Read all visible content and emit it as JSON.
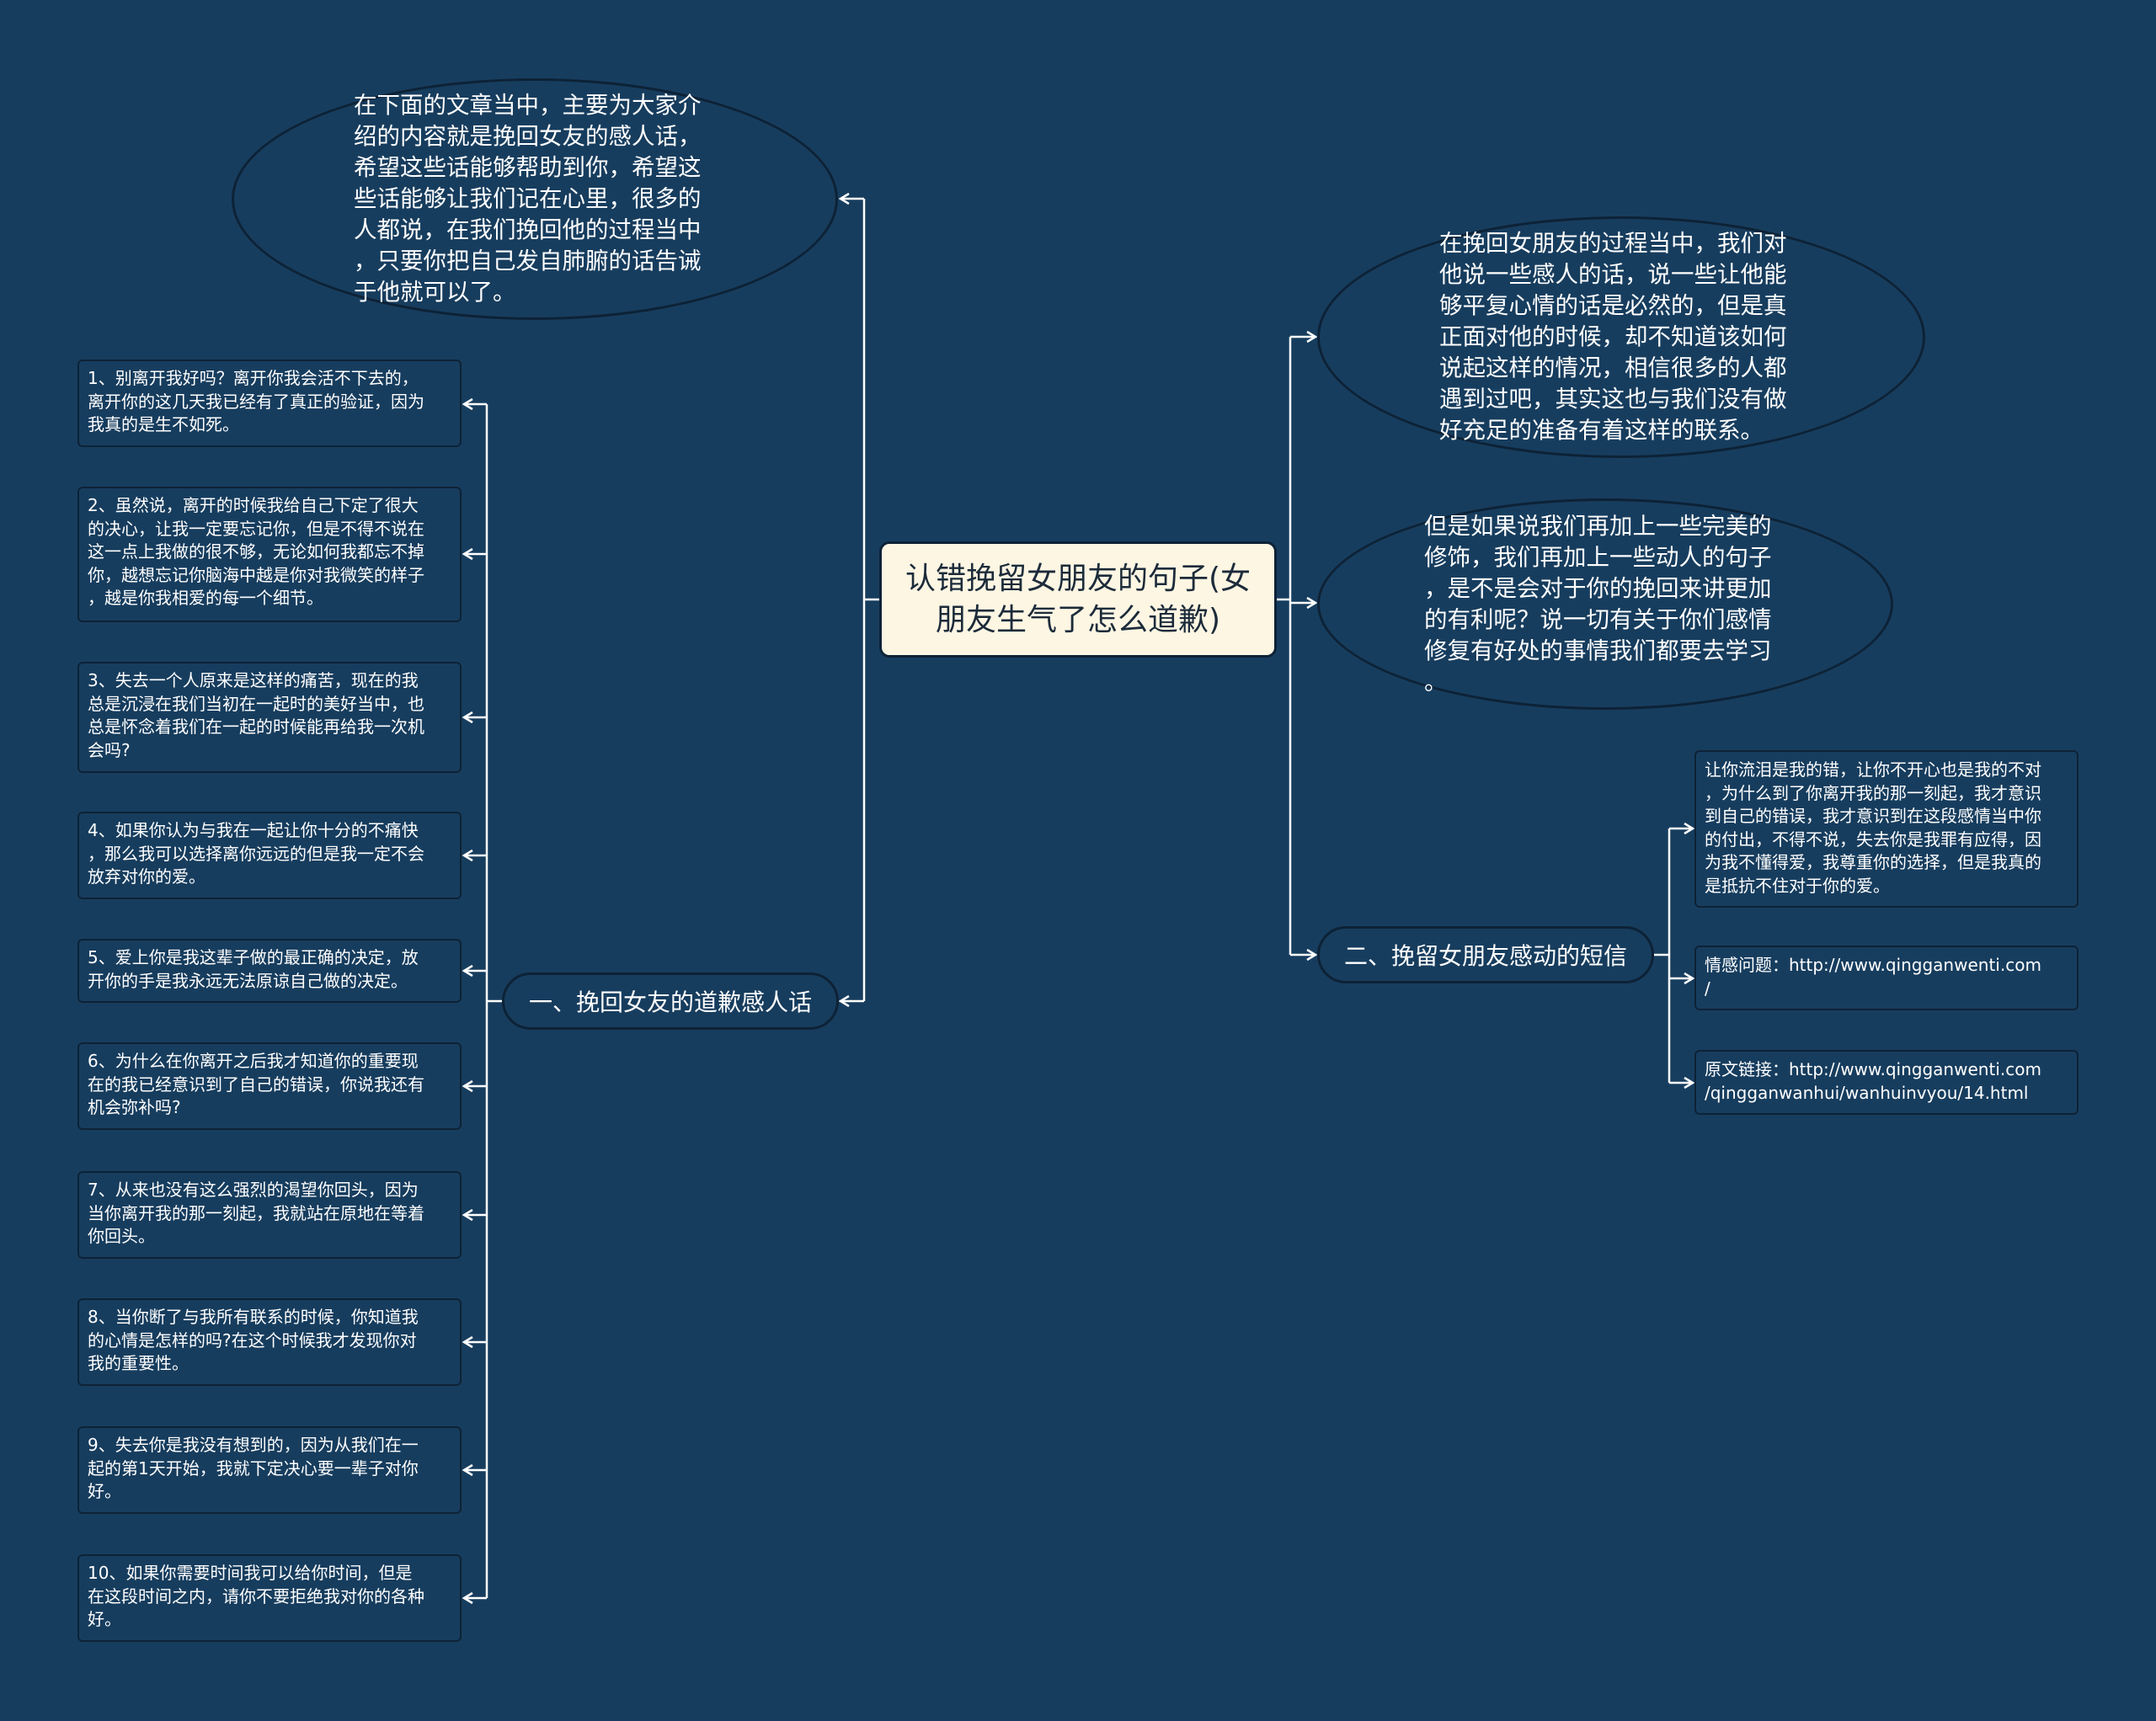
{
  "root": {
    "label": "认错挽留女朋友的句子(女朋友生气了怎么道歉)"
  },
  "intro": {
    "left": "在下面的文章当中，主要为大家介\n绍的内容就是挽回女友的感人话，\n希望这些话能够帮助到你，希望这\n些话能够让我们记在心里，很多的\n人都说，在我们挽回他的过程当中\n，只要你把自己发自肺腑的话告诫\n于他就可以了。",
    "right_top": "在挽回女朋友的过程当中，我们对\n他说一些感人的话，说一些让他能\n够平复心情的话是必然的，但是真\n正面对他的时候，却不知道该如何\n说起这样的情况，相信很多的人都\n遇到过吧，其实这也与我们没有做\n好充足的准备有着这样的联系。",
    "right_middle": "但是如果说我们再加上一些完美的\n修饰，我们再加上一些动人的句子\n，是不是会对于你的挽回来讲更加\n的有利呢？说一切有关于你们感情\n修复有好处的事情我们都要去学习\n。"
  },
  "branch_left": {
    "label": "一、挽回女友的道歉感人话",
    "items": [
      "1、别离开我好吗？离开你我会活不下去的，\n离开你的这几天我已经有了真正的验证，因为\n我真的是生不如死。",
      "2、虽然说，离开的时候我给自己下定了很大\n的决心，让我一定要忘记你，但是不得不说在\n这一点上我做的很不够，无论如何我都忘不掉\n你，越想忘记你脑海中越是你对我微笑的样子\n，越是你我相爱的每一个细节。",
      "3、失去一个人原来是这样的痛苦，现在的我\n总是沉浸在我们当初在一起时的美好当中，也\n总是怀念着我们在一起的时候能再给我一次机\n会吗?",
      "4、如果你认为与我在一起让你十分的不痛快\n，那么我可以选择离你远远的但是我一定不会\n放弃对你的爱。",
      "5、爱上你是我这辈子做的最正确的决定，放\n开你的手是我永远无法原谅自己做的决定。",
      "6、为什么在你离开之后我才知道你的重要现\n在的我已经意识到了自己的错误，你说我还有\n机会弥补吗?",
      "7、从来也没有这么强烈的渴望你回头，因为\n当你离开我的那一刻起，我就站在原地在等着\n你回头。",
      "8、当你断了与我所有联系的时候，你知道我\n的心情是怎样的吗?在这个时候我才发现你对\n我的重要性。",
      "9、失去你是我没有想到的，因为从我们在一\n起的第1天开始，我就下定决心要一辈子对你\n好。",
      "10、如果你需要时间我可以给你时间，但是\n在这段时间之内，请你不要拒绝我对你的各种\n好。"
    ]
  },
  "branch_right": {
    "label": "二、挽留女朋友感动的短信",
    "items": [
      "让你流泪是我的错，让你不开心也是我的不对\n，为什么到了你离开我的那一刻起，我才意识\n到自己的错误，我才意识到在这段感情当中你\n的付出，不得不说，失去你是我罪有应得，因\n为我不懂得爱，我尊重你的选择，但是我真的\n是抵抗不住对于你的爱。",
      " 情感问题：http://www.qingganwenti.com\n/",
      " 原文链接：http://www.qingganwenti.com\n/qingganwanhui/wanhuinvyou/14.html"
    ]
  },
  "colors": {
    "background": "#173d5e",
    "root_fill": "#fdf6e3",
    "line": "#ffffff",
    "border": "#0d2236"
  }
}
